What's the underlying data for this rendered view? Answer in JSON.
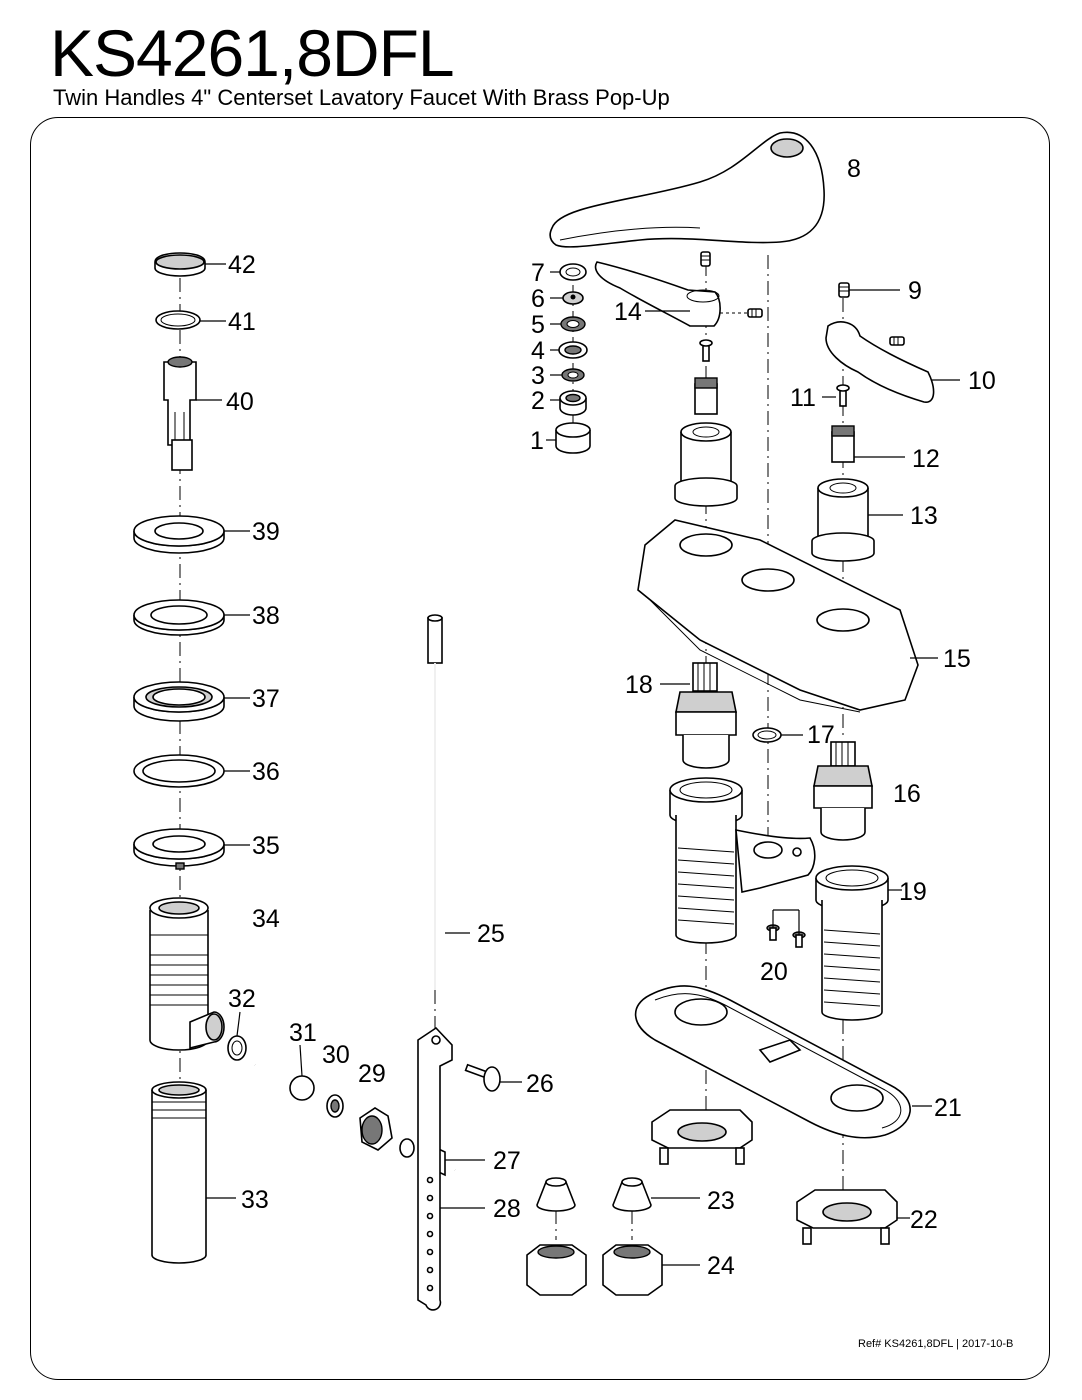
{
  "header": {
    "title": "KS4261,8DFL",
    "subtitle": "Twin Handles 4\" Centerset Lavatory Faucet With Brass Pop-Up"
  },
  "footer": {
    "reference": "Ref# KS4261,8DFL | 2017-10-B"
  },
  "parts": [
    "1",
    "2",
    "3",
    "4",
    "5",
    "6",
    "7",
    "8",
    "9",
    "10",
    "11",
    "12",
    "13",
    "14",
    "15",
    "16",
    "17",
    "18",
    "19",
    "20",
    "21",
    "22",
    "23",
    "24",
    "25",
    "26",
    "27",
    "28",
    "29",
    "30",
    "31",
    "32",
    "33",
    "34",
    "35",
    "36",
    "37",
    "38",
    "39",
    "40",
    "41",
    "42"
  ]
}
